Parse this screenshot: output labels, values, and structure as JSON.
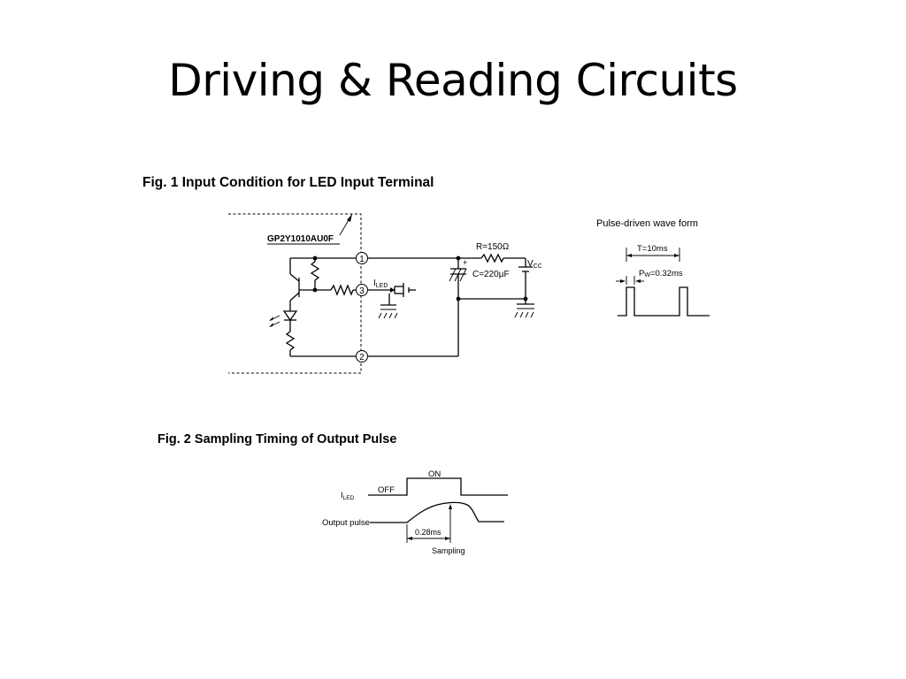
{
  "slide": {
    "title": "Driving & Reading Circuits"
  },
  "fig1": {
    "caption": "Fig. 1 Input Condition for LED Input Terminal",
    "part_label": "GP2Y1010AU0F",
    "pin1": "1",
    "pin2": "2",
    "pin3": "3",
    "iled_main": "I",
    "iled_sub": "LED",
    "resistor_label": "R=150Ω",
    "capacitor_label": "C=220µF",
    "cap_plus": "+",
    "vcc_main": "V",
    "vcc_sub": "CC"
  },
  "waveform": {
    "title": "Pulse-driven wave form",
    "period_label": "T=10ms",
    "pw_main": "P",
    "pw_sub": "W",
    "pw_value": "=0.32ms"
  },
  "fig2": {
    "caption": "Fig. 2 Sampling Timing of Output Pulse",
    "iled_main": "I",
    "iled_sub": "LED",
    "off_label": "OFF",
    "on_label": "ON",
    "output_label": "Output pulse",
    "delay_label": "0.28ms",
    "sampling_label": "Sampling"
  }
}
